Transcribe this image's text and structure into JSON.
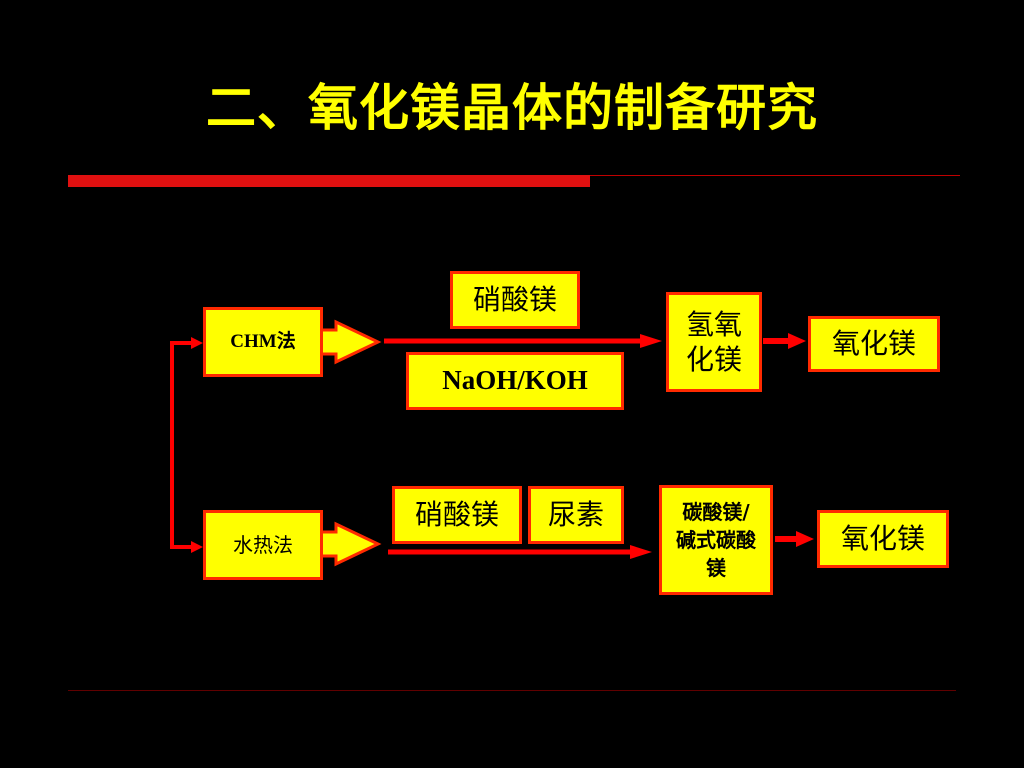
{
  "slide": {
    "title": "二、氧化镁晶体的制备研究"
  },
  "colors": {
    "background": "#000000",
    "title": "#FFFF00",
    "box_fill": "#FFFF00",
    "box_border": "#FF2A00",
    "arrow": "#FF0000"
  },
  "methods": {
    "chm": "CHM法",
    "hydrothermal": "水热法"
  },
  "chm_route": {
    "reagent_top": "硝酸镁",
    "reagent_bottom": "NaOH/KOH",
    "intermediate": "氢氧化镁",
    "product": "氧化镁"
  },
  "hydro_route": {
    "reagent_1": "硝酸镁",
    "reagent_2": "尿素",
    "intermediate": "碳酸镁/碱式碳酸镁",
    "product": "氧化镁"
  }
}
